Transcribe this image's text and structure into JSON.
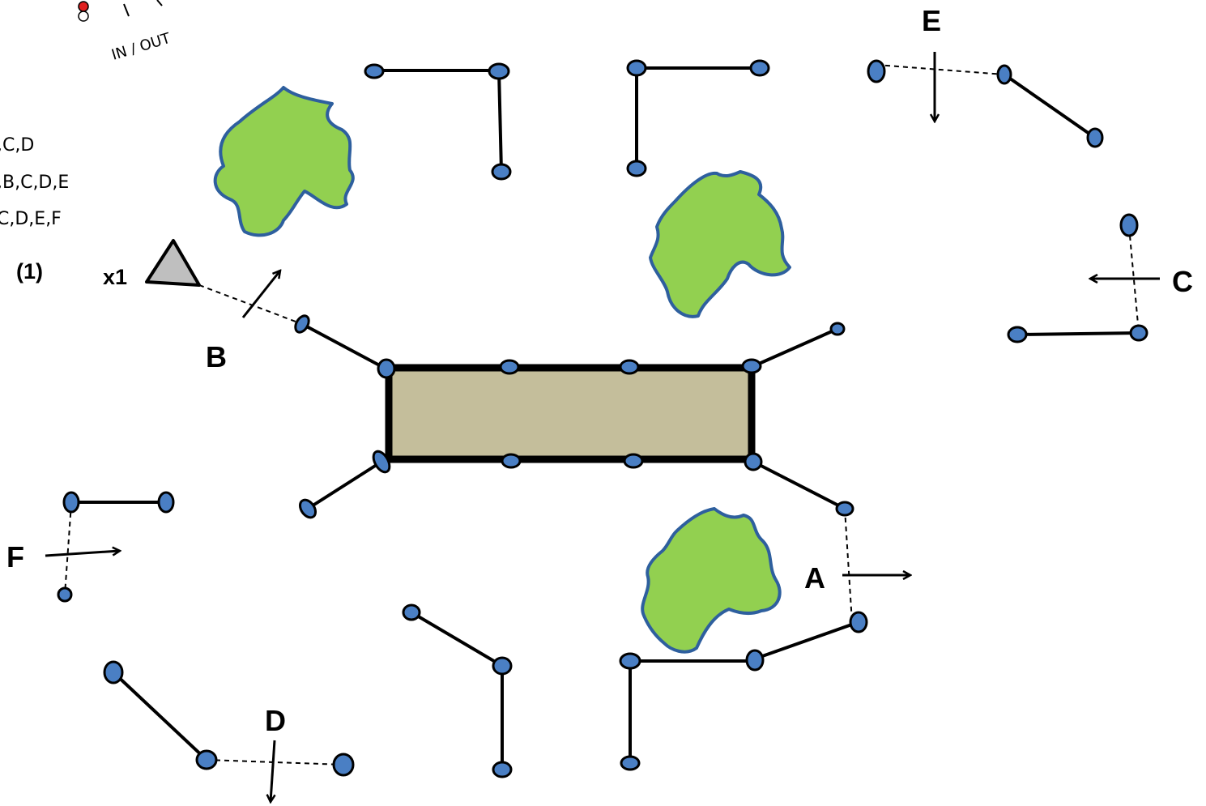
{
  "colors": {
    "building_fill": "#c4be9b",
    "tree_fill": "#92d050",
    "tree_outline": "#2e5f9e",
    "post_fill": "#4a7fc4",
    "triangle_fill": "#bfbfbf",
    "light_red": "#e02020"
  },
  "icons": {
    "tree": "tree-icon",
    "triangle": "triangle-marker-icon",
    "switch": "in-out-switch-icon"
  },
  "legend": {
    "io_label": "IN / OUT",
    "lines": [
      ",C,D",
      ",B,C,D,E",
      "C,D,E,F"
    ],
    "index_label": "(1)"
  },
  "marker": {
    "label": "x1"
  },
  "gates": {
    "A": "A",
    "B": "B",
    "C": "C",
    "D": "D",
    "E": "E",
    "F": "F"
  }
}
